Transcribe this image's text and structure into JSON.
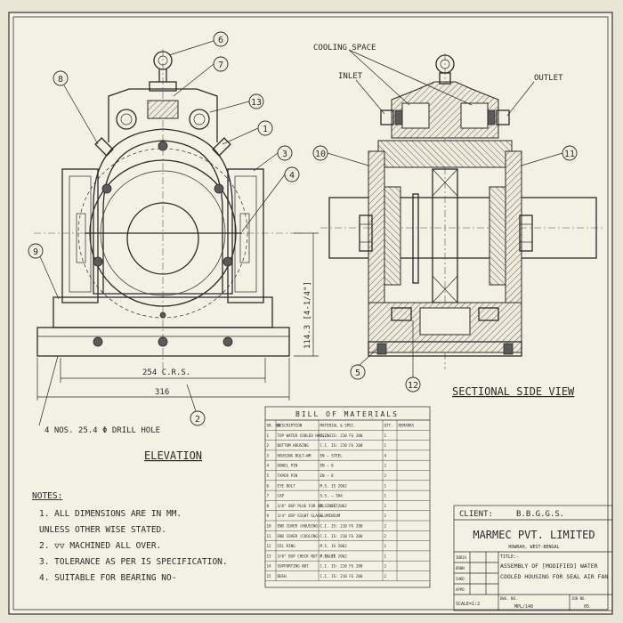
{
  "callouts": {
    "b1": "1",
    "b2": "2",
    "b3": "3",
    "b4": "4",
    "b5": "5",
    "b6": "6",
    "b7": "7",
    "b8": "8",
    "b9": "9",
    "b10": "10",
    "b11": "11",
    "b12": "12",
    "b13": "13"
  },
  "labels": {
    "cooling_space": "COOLING SPACE",
    "inlet": "INLET",
    "outlet": "OUTLET",
    "dim_crs": "254 C.R.S.",
    "dim_316": "316",
    "dim_height": "114.3 [4-1/4\"]",
    "drill_hole": "4 NOS. 25.4 Φ DRILL HOLE",
    "elevation": "ELEVATION",
    "sectional": "SECTIONAL SIDE VIEW"
  },
  "notes": {
    "heading": "NOTES:",
    "items": [
      "1. ALL DIMENSIONS ARE IN MM.",
      "   UNLESS OTHER WISE STATED.",
      "2. ▽▽ MACHINED ALL OVER.",
      "3. TOLERANCE AS PER IS SPECIFICATION.",
      "4. SUITABLE FOR BEARING NO-"
    ]
  },
  "bom": {
    "title": "BILL OF MATERIALS",
    "headers": [
      "SR. NO.",
      "DESCRIPTION",
      "MATERIAL & SPEC.",
      "QTY.",
      "REMARKS"
    ],
    "rows": [
      [
        "1",
        "TOP WATER COOLED HOUSING",
        "C.I. IS: 210 FG 200",
        "1",
        ""
      ],
      [
        "2",
        "BOTTOM HOUSING",
        "C.I. IS: 210 FG 200",
        "1",
        ""
      ],
      [
        "3",
        "HOUSING BOLT—WM",
        "EN — STEEL",
        "4",
        ""
      ],
      [
        "4",
        "DOWEL PIN",
        "EN — 8",
        "2",
        ""
      ],
      [
        "5",
        "TAPER PIN",
        "EN — 8",
        "2",
        ""
      ],
      [
        "6",
        "EYE BOLT",
        "M.S. IS 2062",
        "1",
        ""
      ],
      [
        "7",
        "CAP",
        "S.S. — 304",
        "1",
        ""
      ],
      [
        "8",
        "3/8\" BSP PLUG FOR OIL INLET",
        "M.S. IS 2062",
        "1",
        ""
      ],
      [
        "9",
        "3/4\" BSP SIGHT GLASS",
        "ALUMINIUM",
        "1",
        ""
      ],
      [
        "10",
        "END COVER (HOUSING)",
        "C.I. IS: 210 FG 200",
        "2",
        ""
      ],
      [
        "11",
        "END COVER (COOLING)",
        "C.I. IS: 210 FG 200",
        "2",
        ""
      ],
      [
        "12",
        "OIL RING",
        "M.S. IS 2062",
        "1",
        ""
      ],
      [
        "13",
        "3/8\" BSP CHECK NUT / INLET",
        "M.S. IS 2062",
        "1",
        ""
      ],
      [
        "14",
        "SUPPORTING NUT",
        "C.I. IS: 210 FG 200",
        "2",
        ""
      ],
      [
        "15",
        "BUSH",
        "C.I. IS: 210 FG 200",
        "2",
        ""
      ]
    ]
  },
  "title_block": {
    "client_label": "CLIENT:",
    "client": "B.B.G.G.S.",
    "company": "MARMEC PVT. LIMITED",
    "address": "HOWRAH, WEST-BENGAL",
    "title_label": "TITLE:-",
    "title_line1": "ASSEMBLY OF [MODIFIED] WATER",
    "title_line2": "COOLED HOUSING FOR SEAL AIR FAN",
    "rows": [
      "INDIA",
      "DRWN",
      "CHKD",
      "APPD"
    ],
    "scale": "SCALE=1:2",
    "dwg_no_label": "DWG. NO.",
    "dwg_no": "MPL/140",
    "ref_label": "JOB NO.",
    "ref": "05"
  }
}
